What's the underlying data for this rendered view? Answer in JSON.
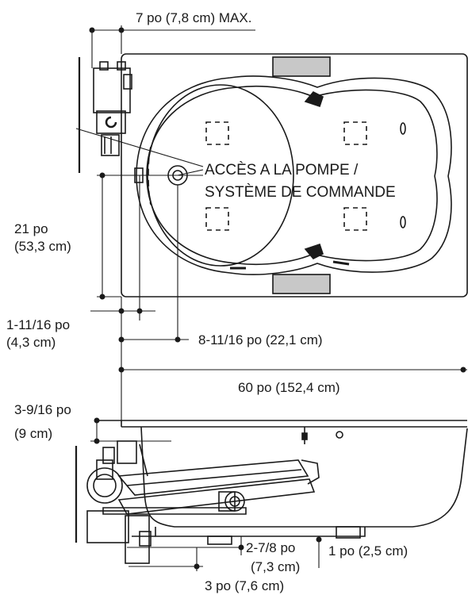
{
  "dims": {
    "max_offset": "7 po (7,8 cm)  MAX.",
    "access_line1": "ACCÈS A LA POMPE /",
    "access_line2": "SYSTÈME DE COMMANDE",
    "width_in": "21 po",
    "width_cm": "(53,3 cm)",
    "drain_in": "1-11/16 po",
    "drain_cm": "(4,3 cm)",
    "pump_offset": "8-11/16 po (22,1 cm)",
    "length": "60 po (152,4 cm)",
    "rim_in": "3-9/16 po",
    "rim_cm": "(9 cm)",
    "height_in": "2-7/8 po",
    "height_cm": "(7,3 cm)",
    "foot": "1 po (2,5 cm)",
    "base": "3 po (7,6 cm)"
  },
  "colors": {
    "line": "#1a1a1a",
    "pad": "#c8c8c8",
    "bg": "#ffffff"
  }
}
